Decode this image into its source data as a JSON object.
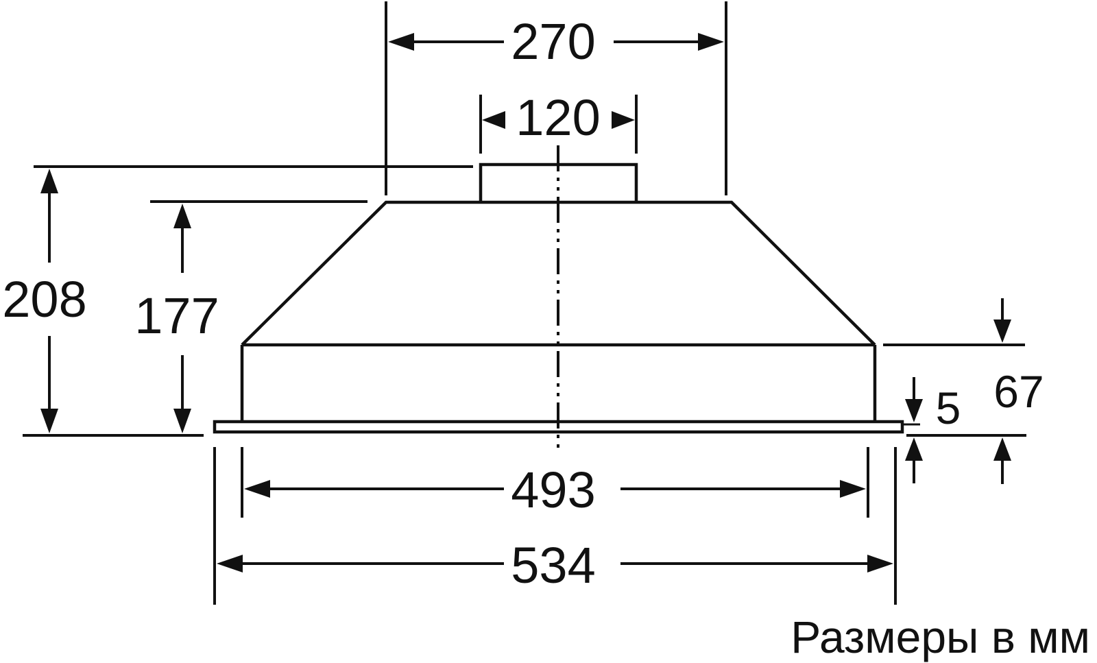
{
  "dimensions": {
    "top_width": "270",
    "outlet_width": "120",
    "total_height": "208",
    "body_height": "177",
    "lower_section_height": "67",
    "frame_thickness": "5",
    "inner_width": "493",
    "outer_width": "534"
  },
  "caption": "Размеры в мм"
}
